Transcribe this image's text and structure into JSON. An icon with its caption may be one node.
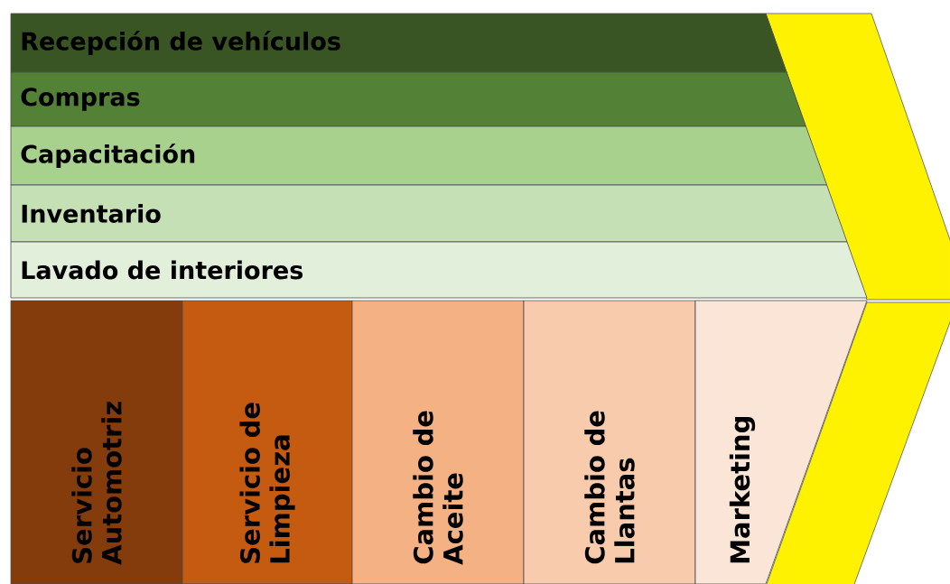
{
  "diagram": {
    "nodes": [
      {
        "text": [
          "Recepción de vehículos"
        ]
      },
      {
        "text": [
          "Compras"
        ]
      },
      {
        "text": [
          "Capacitación"
        ]
      },
      {
        "text": [
          "Inventario"
        ]
      },
      {
        "text": [
          "Lavado de interiores"
        ]
      },
      {
        "text": [
          "Servicio Automotriz"
        ]
      },
      {
        "text": [
          "Servicio de Limpieza"
        ]
      },
      {
        "text": [
          "Cambio de Aceite"
        ]
      },
      {
        "text": [
          "Cambio de Llantas"
        ]
      },
      {
        "text": [
          "Marketing"
        ]
      }
    ]
  }
}
